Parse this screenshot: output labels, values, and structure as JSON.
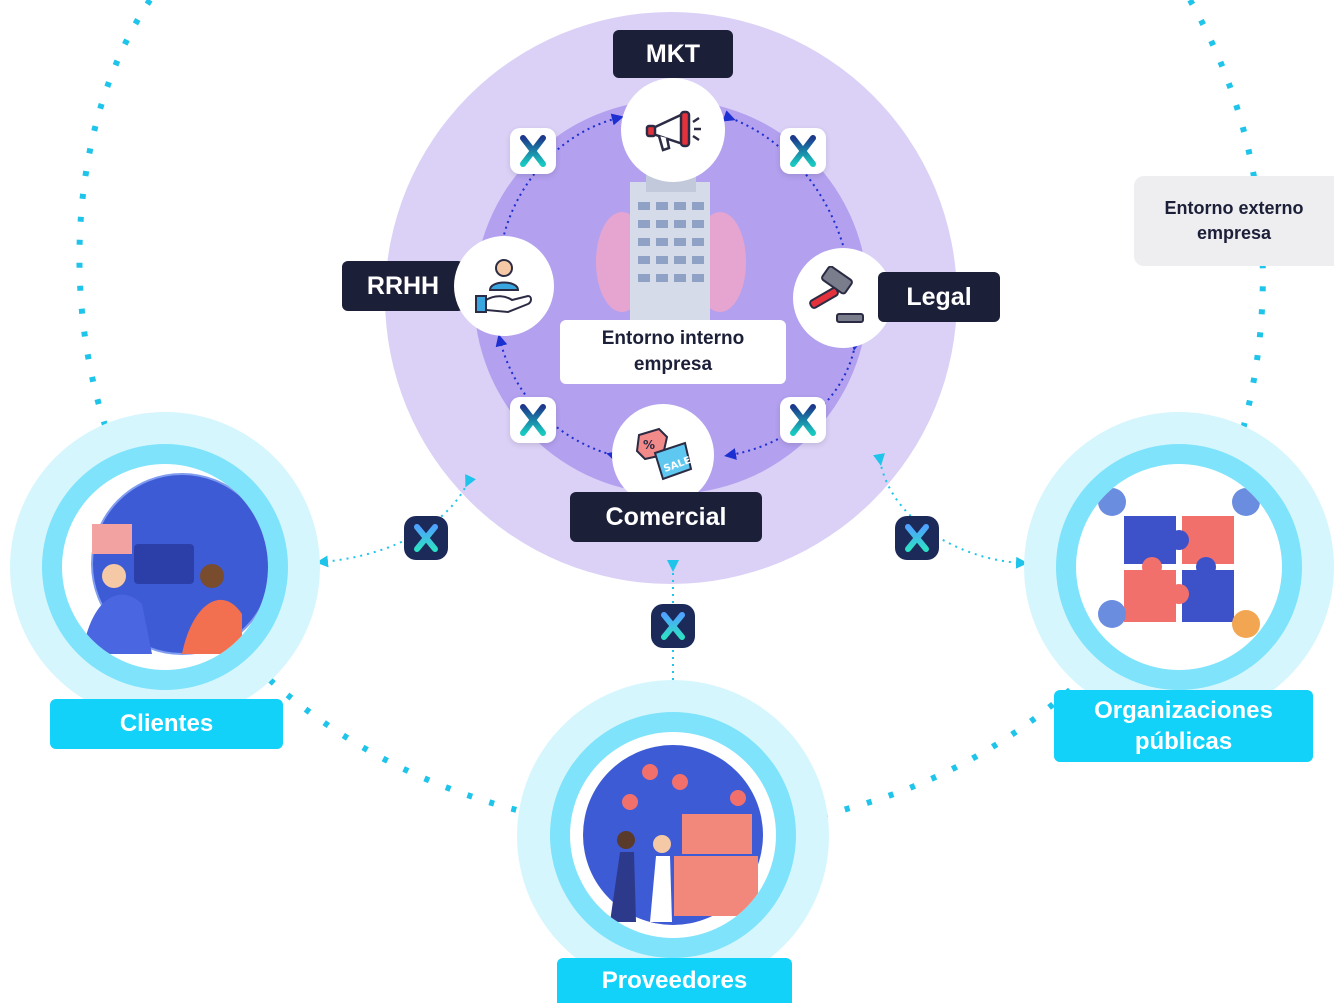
{
  "center": {
    "title": "Entorno interno empresa"
  },
  "departments": {
    "mkt": "MKT",
    "legal": "Legal",
    "comercial": "Comercial",
    "rrhh": "RRHH"
  },
  "external": {
    "title": "Entorno externo empresa"
  },
  "stakeholders": {
    "clientes": "Clientes",
    "proveedores": "Proveedores",
    "organizaciones": "Organizaciones públicas"
  },
  "colors": {
    "outer_purple": "#dbd1f7",
    "inner_purple": "#b3a0ef",
    "dark_label": "#1c1f38",
    "cyan_label": "#12d2fa",
    "ring_light": "#d6f6fd",
    "ring_mid": "#7ee3fb",
    "dots_cyan": "#1fc4ea",
    "arrow_blue": "#1c2fd0"
  },
  "icons": {
    "mkt": "megaphone-icon",
    "legal": "gavel-icon",
    "comercial": "sale-tag-icon",
    "rrhh": "hand-person-icon",
    "connector": "x-logo-icon"
  }
}
